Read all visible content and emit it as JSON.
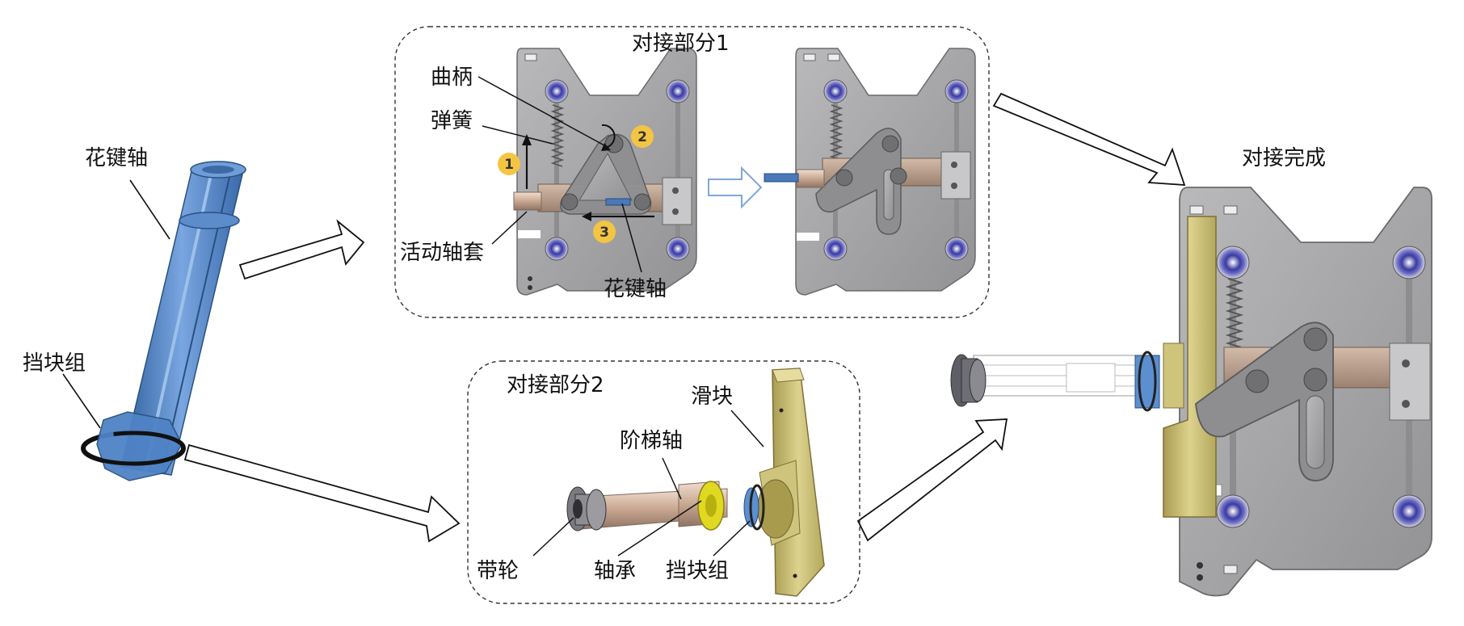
{
  "labels": {
    "spline_shaft_left": "花键轴",
    "stop_group_left": "挡块组",
    "section1_title": "对接部分1",
    "crank": "曲柄",
    "spring": "弹簧",
    "movable_sleeve": "活动轴套",
    "spline_shaft_inner": "花键轴",
    "section2_title": "对接部分2",
    "slider": "滑块",
    "stepped_shaft": "阶梯轴",
    "pulley": "带轮",
    "bearing": "轴承",
    "stop_group_inner": "挡块组",
    "docking_done": "对接完成"
  },
  "step_numbers": [
    "1",
    "2",
    "3"
  ],
  "colors": {
    "plate": "#a6a6a8",
    "plate_dark": "#7b7b7e",
    "shaft_blue": "#5b8fd0",
    "slider_gold": "#c9be78",
    "bearing_yellow": "#e0d821",
    "badge": "#f4c542",
    "copper": "#b79a86"
  }
}
